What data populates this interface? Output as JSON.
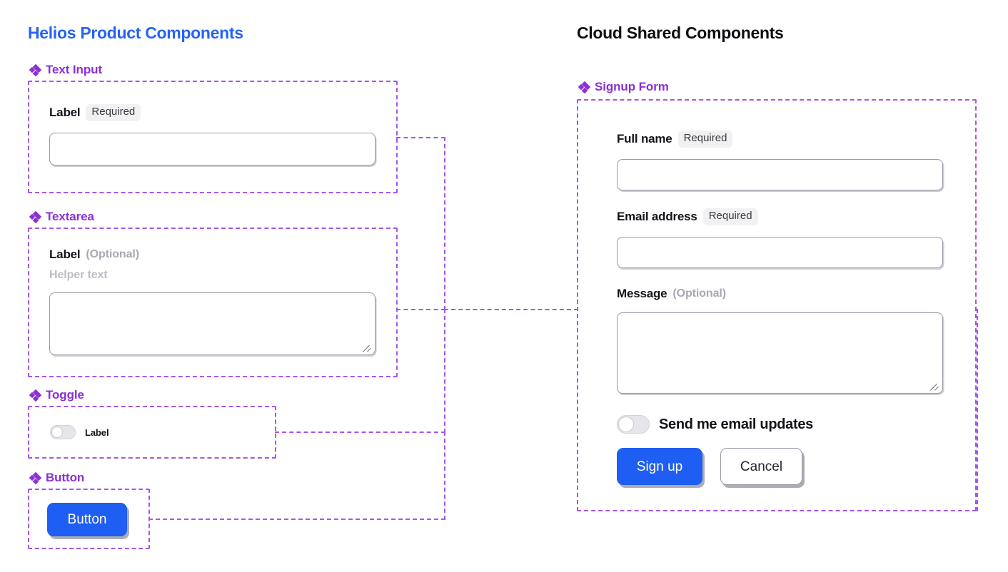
{
  "columns": {
    "left": {
      "title": "Helios Product Components",
      "title_color": "#2563f5",
      "sections": [
        {
          "icon": "cluster-diamond-icon",
          "label": "Text Input"
        },
        {
          "icon": "cluster-diamond-icon",
          "label": "Textarea"
        },
        {
          "icon": "cluster-diamond-icon",
          "label": "Toggle"
        },
        {
          "icon": "cluster-diamond-icon",
          "label": "Button"
        }
      ]
    },
    "right": {
      "title": "Cloud Shared Components",
      "title_color": "#0d0d12",
      "sections": [
        {
          "icon": "cluster-diamond-icon",
          "label": "Signup Form"
        }
      ]
    }
  },
  "text_input_demo": {
    "label": "Label",
    "badge": "Required",
    "value": "",
    "placeholder": ""
  },
  "textarea_demo": {
    "label": "Label",
    "optional_tag": "(Optional)",
    "helper_text": "Helper text",
    "value": "",
    "placeholder": ""
  },
  "toggle_demo": {
    "label": "Label",
    "state": "off"
  },
  "button_demo": {
    "label": "Button"
  },
  "signup_form": {
    "fields": [
      {
        "label": "Full name",
        "badge": "Required",
        "value": "",
        "placeholder": ""
      },
      {
        "label": "Email address",
        "badge": "Required",
        "value": "",
        "placeholder": ""
      },
      {
        "label": "Message",
        "optional_tag": "(Optional)",
        "value": "",
        "placeholder": ""
      }
    ],
    "toggle": {
      "label": "Send me email updates",
      "state": "off"
    },
    "actions": {
      "primary": "Sign up",
      "secondary": "Cancel"
    }
  },
  "colors": {
    "accent_blue": "#1e5ef2",
    "title_blue": "#2563f5",
    "section_purple": "#8b2fd6",
    "frame_purple": "#a855e8",
    "badge_bg": "#f1f1f3",
    "muted_gray": "#a8a8b3",
    "helper_gray": "#bdbdc6",
    "input_border": "#9a9aa8",
    "canvas_bg": "#ffffff"
  }
}
